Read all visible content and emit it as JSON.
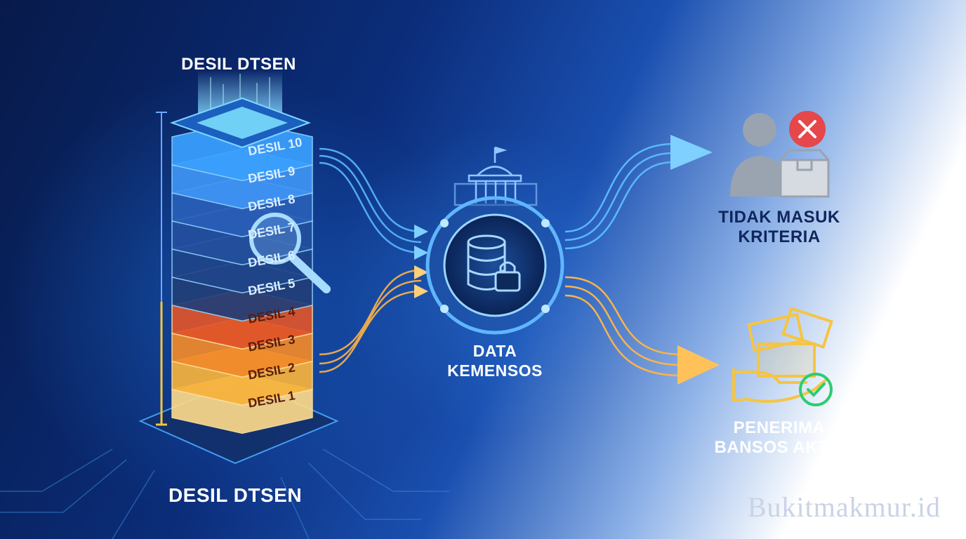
{
  "title_top": "DESIL DTSEN",
  "title_bottom": "DESIL DTSEN",
  "desil_layers": [
    {
      "label": "DESIL 10",
      "color": "#3aa0ff"
    },
    {
      "label": "DESIL 9",
      "color": "#3f95f5"
    },
    {
      "label": "DESIL 8",
      "color": "#2a5fb8"
    },
    {
      "label": "DESIL 7",
      "color": "#244f9e"
    },
    {
      "label": "DESIL 6",
      "color": "#1f4589"
    },
    {
      "label": "DESIL 5",
      "color": "#223e78"
    },
    {
      "label": "DESIL 4",
      "color": "#e0552a"
    },
    {
      "label": "DESIL 3",
      "color": "#f28a2a"
    },
    {
      "label": "DESIL 2",
      "color": "#f7b33c"
    },
    {
      "label": "DESIL 1",
      "color": "#fbd98a"
    }
  ],
  "center": {
    "line1": "DATA",
    "line2": "KEMENSOS"
  },
  "outcome_rejected": {
    "line1": "TIDAK MASUK",
    "line2": "KRITERIA"
  },
  "outcome_accepted": {
    "line1": "PENERIMA",
    "line2": "BANSOS AKTIF"
  },
  "watermark": "Bukitmakmur.id",
  "colors": {
    "blue_flow": "#5ab8ff",
    "orange_flow": "#ffb347",
    "reject": "#e5474b",
    "accept": "#2ecc71",
    "gold": "#f5c542"
  },
  "icons": [
    "magnifier-icon",
    "government-building-icon",
    "database-lock-icon",
    "person-icon",
    "box-icon",
    "reject-x-icon",
    "money-hand-icon",
    "check-icon"
  ]
}
